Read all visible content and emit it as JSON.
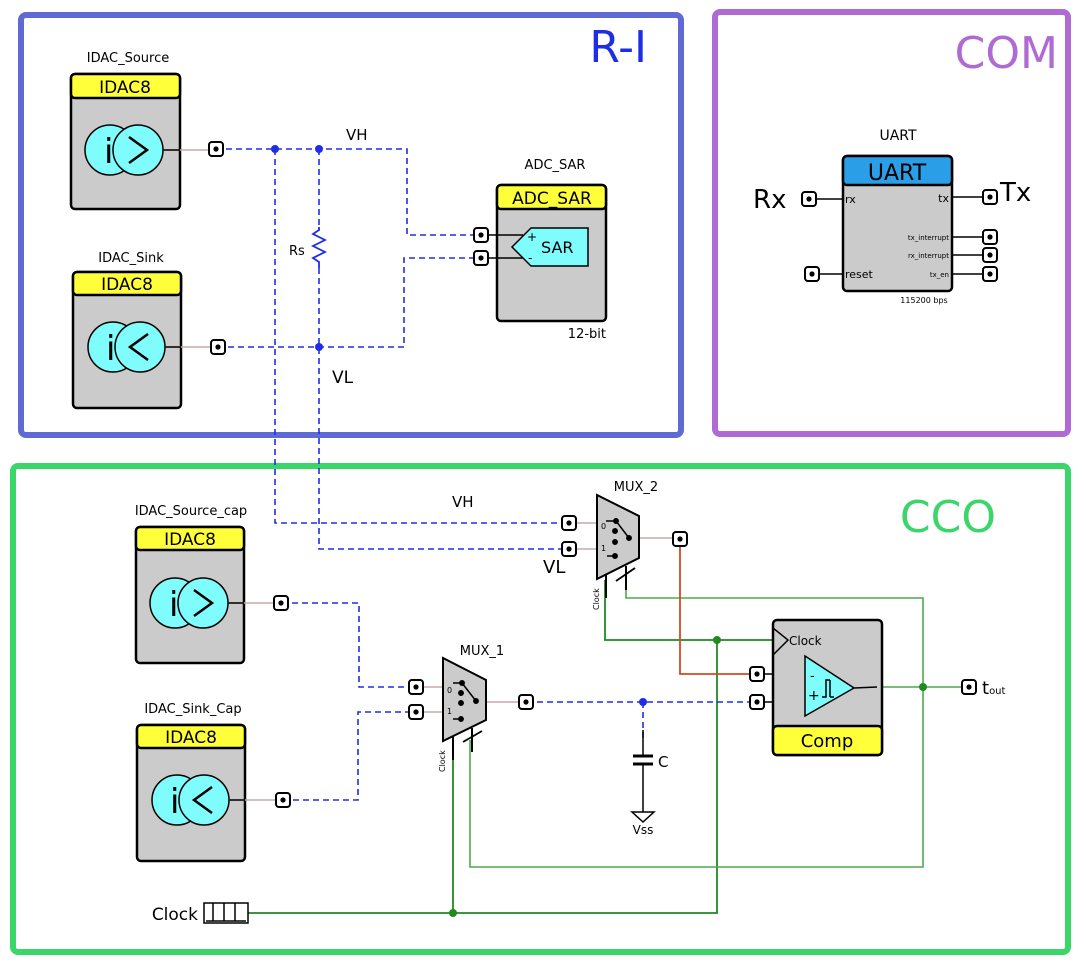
{
  "colors": {
    "ri_frame": "#5f6ad4",
    "ri_label": "#1f2de6",
    "com_frame": "#b06ad4",
    "cco_frame": "#3bd66a",
    "signal_blue": "#1f2de6",
    "clock_green": "#1f8a1f",
    "feedback_green": "#4fa84f",
    "mux_select_red": "#d24a24",
    "block_body": "#cbcbcb",
    "block_header_yellow": "#ffff3a",
    "block_header_blue": "#2a9ee6",
    "symbol_cyan": "#7ffcfc"
  },
  "regions": {
    "ri": {
      "label": "R-I"
    },
    "com": {
      "label": "COM"
    },
    "cco": {
      "label": "CCO"
    }
  },
  "components": {
    "idac_source": {
      "instance": "IDAC_Source",
      "type": "IDAC8",
      "direction": "source"
    },
    "idac_sink": {
      "instance": "IDAC_Sink",
      "type": "IDAC8",
      "direction": "sink"
    },
    "adc_sar": {
      "instance": "ADC_SAR",
      "type": "ADC_SAR",
      "symbol": "SAR",
      "plus": "+",
      "minus": "-",
      "resolution": "12-bit"
    },
    "uart": {
      "instance": "UART",
      "type": "UART",
      "pins_left": [
        "rx",
        "reset"
      ],
      "pins_right": [
        "tx",
        "tx_interrupt",
        "rx_interrupt",
        "tx_en"
      ],
      "baud": "115200 bps"
    },
    "idac_source_cap": {
      "instance": "IDAC_Source_cap",
      "type": "IDAC8",
      "direction": "source"
    },
    "idac_sink_cap": {
      "instance": "IDAC_Sink_Cap",
      "type": "IDAC8",
      "direction": "sink"
    },
    "mux_1": {
      "instance": "MUX_1",
      "in0": "0",
      "in1": "1",
      "clock": "Clock"
    },
    "mux_2": {
      "instance": "MUX_2",
      "in0": "0",
      "in1": "1",
      "clock": "Clock"
    },
    "comp": {
      "type": "Comp",
      "clock": "Clock",
      "minus": "-",
      "plus": "+"
    },
    "clock_src": {
      "label": "Clock"
    }
  },
  "labels": {
    "vh": "VH",
    "vl": "VL",
    "rs": "Rs",
    "cco_vh": "VH",
    "cco_vl": "VL",
    "cap": "C",
    "vss": "Vss",
    "rx_port": "Rx",
    "tx_port": "Tx",
    "tout_main": "t",
    "tout_sub": "out",
    "idac_symbol": "i"
  }
}
